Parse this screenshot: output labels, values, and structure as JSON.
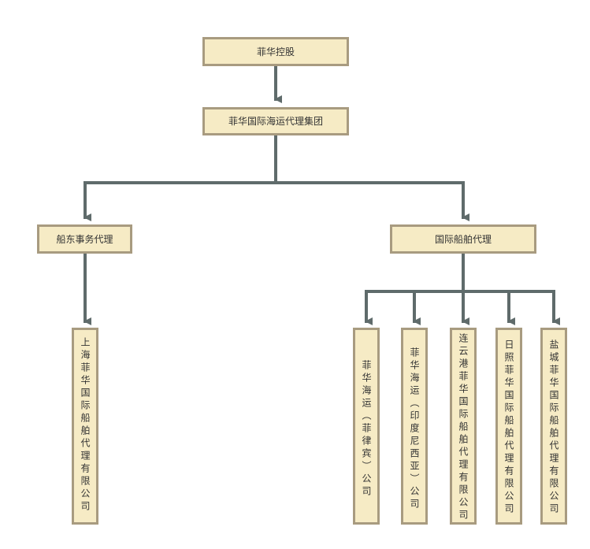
{
  "nodes": {
    "root": "菲华控股",
    "group": "菲华国际海运代理集团",
    "branch_left": "船东事务代理",
    "branch_right": "国际船舶代理",
    "leaf_shanghai": "上海菲华国际船舶代理有限公司",
    "leaf_ph": "菲华海运（菲律宾）公司",
    "leaf_id": "菲华海运（印度尼西亚）公司",
    "leaf_lyg": "连云港菲华国际船舶代理有限公司",
    "leaf_rz": "日照菲华国际船舶代理有限公司",
    "leaf_yc": "盐城菲华国际船舶代理有限公司"
  },
  "colors": {
    "box_fill": "#f6ebc5",
    "box_border": "#a89b80",
    "connector": "#5f6b6b"
  }
}
